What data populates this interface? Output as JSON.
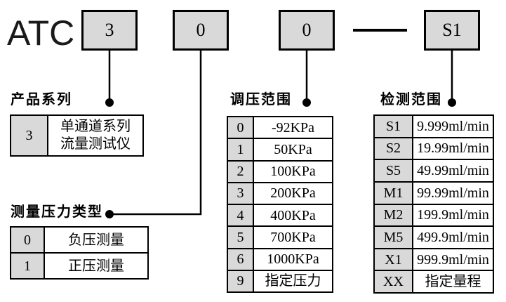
{
  "colors": {
    "background": "#ffffff",
    "box_fill": "#d9d9d9",
    "border": "#000000"
  },
  "code": {
    "prefix": "ATC",
    "segments": [
      "3",
      "0",
      "0",
      "S1"
    ],
    "separator": "—"
  },
  "sections": [
    {
      "label": "产品系列",
      "rows": [
        {
          "code": "3",
          "value_lines": [
            "单通道系列",
            "流量测试仪"
          ]
        }
      ]
    },
    {
      "label": "测量压力类型",
      "rows": [
        {
          "code": "0",
          "value": "负压测量"
        },
        {
          "code": "1",
          "value": "正压测量"
        }
      ]
    },
    {
      "label": "调压范围",
      "rows": [
        {
          "code": "0",
          "value": "-92KPa"
        },
        {
          "code": "1",
          "value": "50KPa"
        },
        {
          "code": "2",
          "value": "100KPa"
        },
        {
          "code": "3",
          "value": "200KPa"
        },
        {
          "code": "4",
          "value": "400KPa"
        },
        {
          "code": "5",
          "value": "700KPa"
        },
        {
          "code": "6",
          "value": "1000KPa"
        },
        {
          "code": "9",
          "value": "指定压力"
        }
      ]
    },
    {
      "label": "检测范围",
      "rows": [
        {
          "code": "S1",
          "value": "9.999ml/min"
        },
        {
          "code": "S2",
          "value": "19.99ml/min"
        },
        {
          "code": "S5",
          "value": "49.99ml/min"
        },
        {
          "code": "M1",
          "value": "99.99ml/min"
        },
        {
          "code": "M2",
          "value": "199.9ml/min"
        },
        {
          "code": "M5",
          "value": "499.9ml/min"
        },
        {
          "code": "X1",
          "value": "999.9ml/min"
        },
        {
          "code": "XX",
          "value": "指定量程"
        }
      ]
    }
  ]
}
